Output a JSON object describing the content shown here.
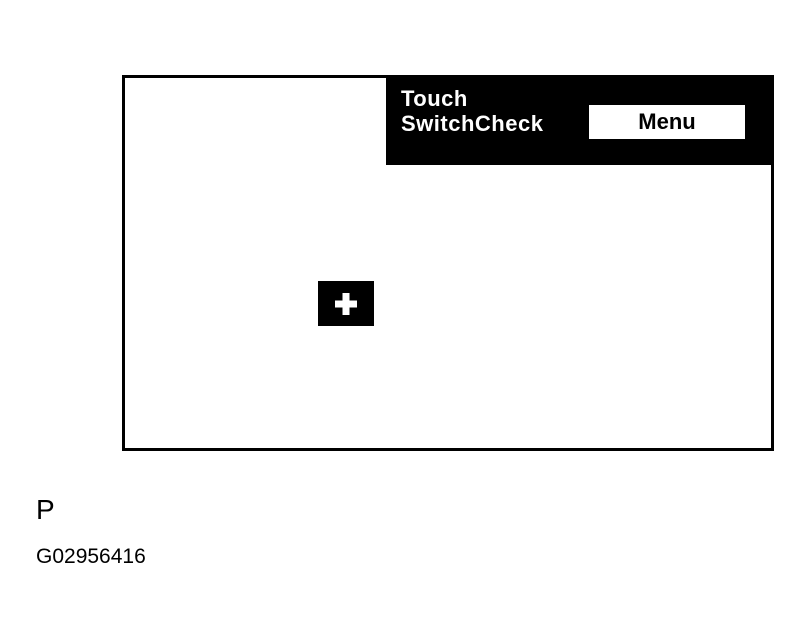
{
  "header": {
    "title_line1": "Touch",
    "title_line2": "SwitchCheck",
    "menu_label": "Menu"
  },
  "target": {
    "icon": "crosshair-plus-icon"
  },
  "caption": {
    "label": "P",
    "figure_id": "G02956416"
  },
  "colors": {
    "foreground": "#000000",
    "background": "#ffffff"
  }
}
